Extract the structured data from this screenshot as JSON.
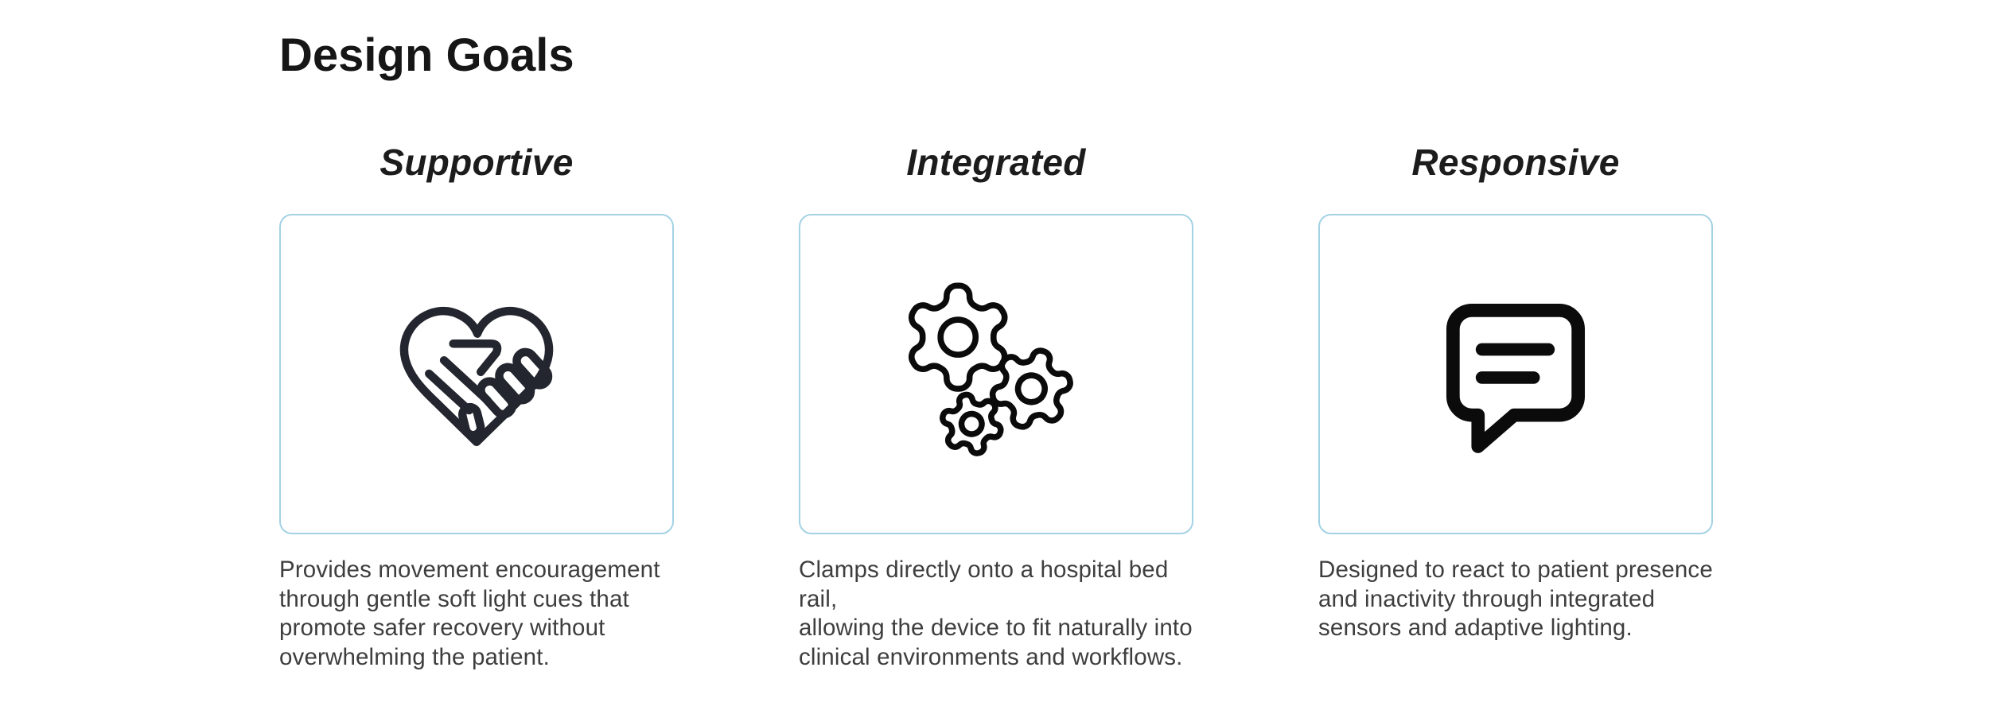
{
  "slide": {
    "title": "Design Goals",
    "colors": {
      "background": "#ffffff",
      "card_border": "#a3d2e5",
      "title_text": "#161616",
      "heading_text": "#1c1c1c",
      "body_text": "#3e3e3e",
      "icon_heart": "#23262f",
      "icon_black": "#0b0b0b"
    }
  },
  "goals": [
    {
      "label": "Supportive",
      "icon": "heart-hands-icon",
      "description": "Provides movement encouragement\nthrough gentle soft light cues that\npromote safer recovery without\noverwhelming the patient."
    },
    {
      "label": "Integrated",
      "icon": "gears-icon",
      "description": "Clamps directly onto a hospital bed rail,\nallowing the device to fit naturally into\nclinical environments and workflows."
    },
    {
      "label": "Responsive",
      "icon": "speech-bubble-icon",
      "description": "Designed to react to patient presence\nand inactivity through integrated\nsensors and adaptive lighting."
    }
  ]
}
